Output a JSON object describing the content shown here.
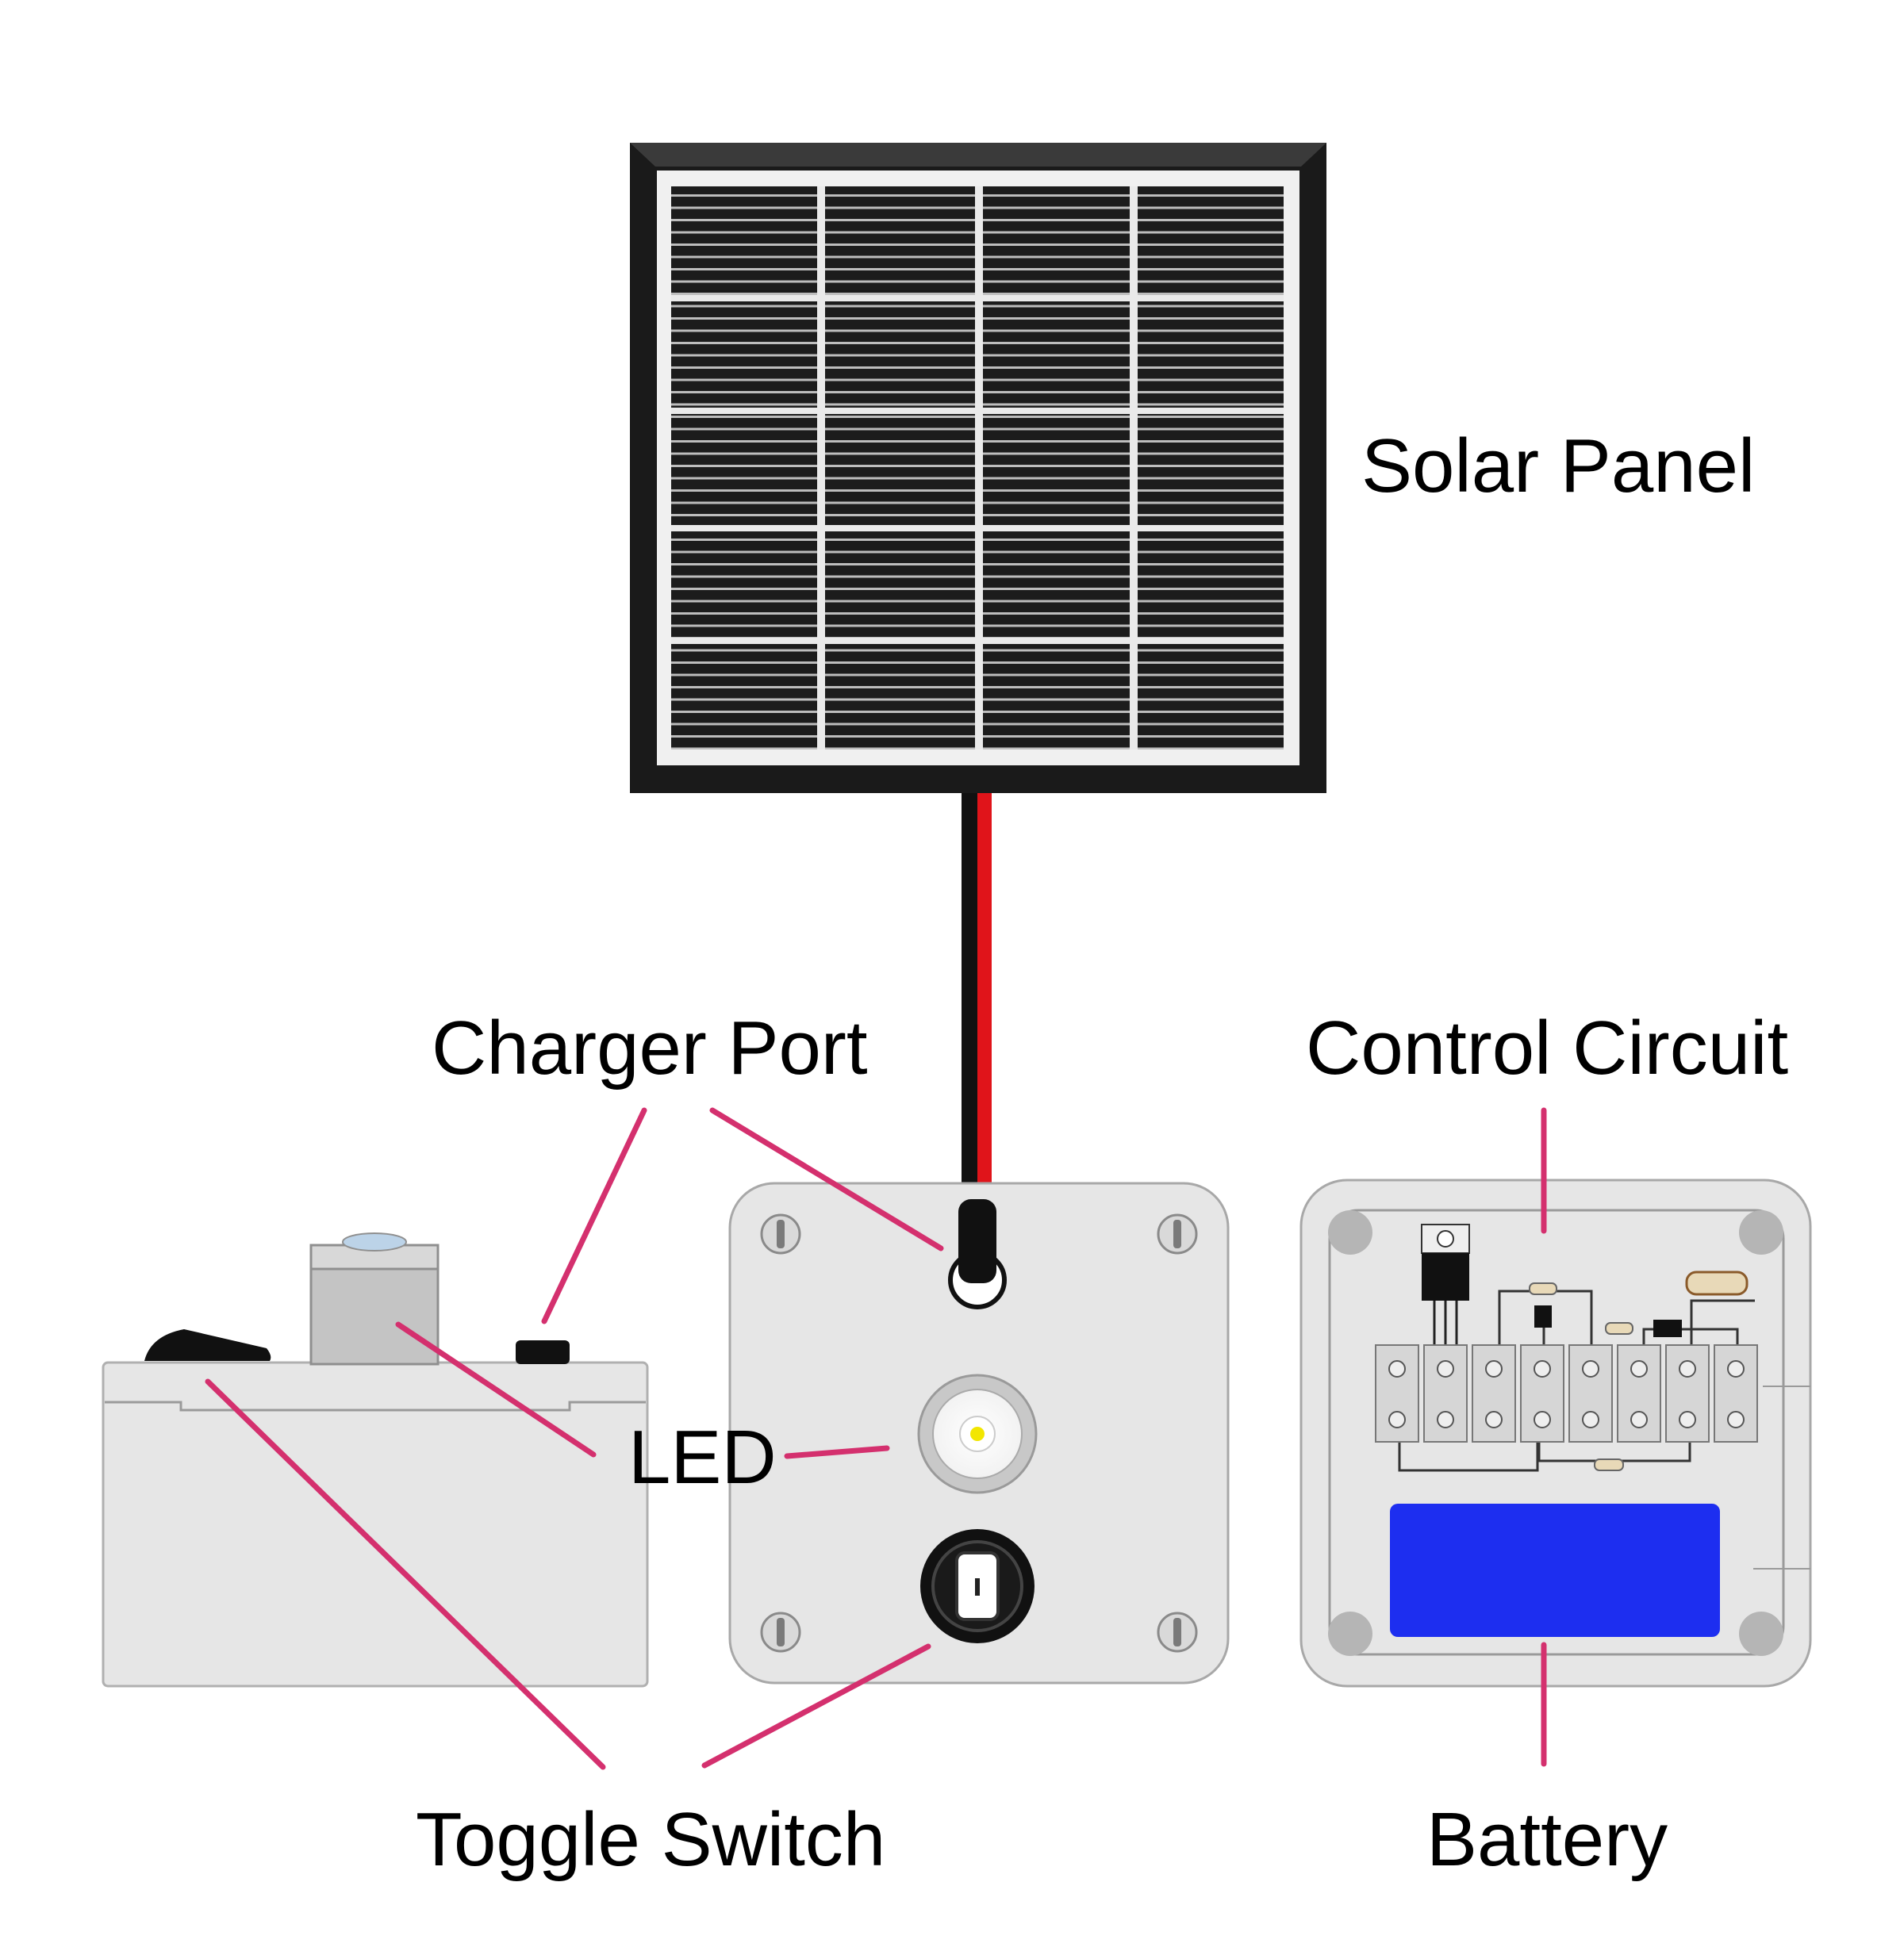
{
  "labels": {
    "solar_panel": "Solar Panel",
    "charger_port": "Charger Port",
    "control_circuit": "Control Circuit",
    "led": "LED",
    "toggle_switch": "Toggle Switch",
    "battery": "Battery"
  },
  "colors": {
    "leader_line": "#d4306e",
    "panel_frame": "#1a1a1a",
    "panel_cell": "#1c1c1c",
    "cable_red": "#e0141a",
    "cable_black": "#111111",
    "housing": "#e6e6e6",
    "battery_blue": "#1d2ef0",
    "led_yellow": "#f2e600"
  },
  "icons": {
    "panel": "solar-panel-icon",
    "box_side": "lamp-box-side-icon",
    "box_front": "lamp-box-front-icon",
    "box_inside": "lamp-box-inside-icon"
  }
}
